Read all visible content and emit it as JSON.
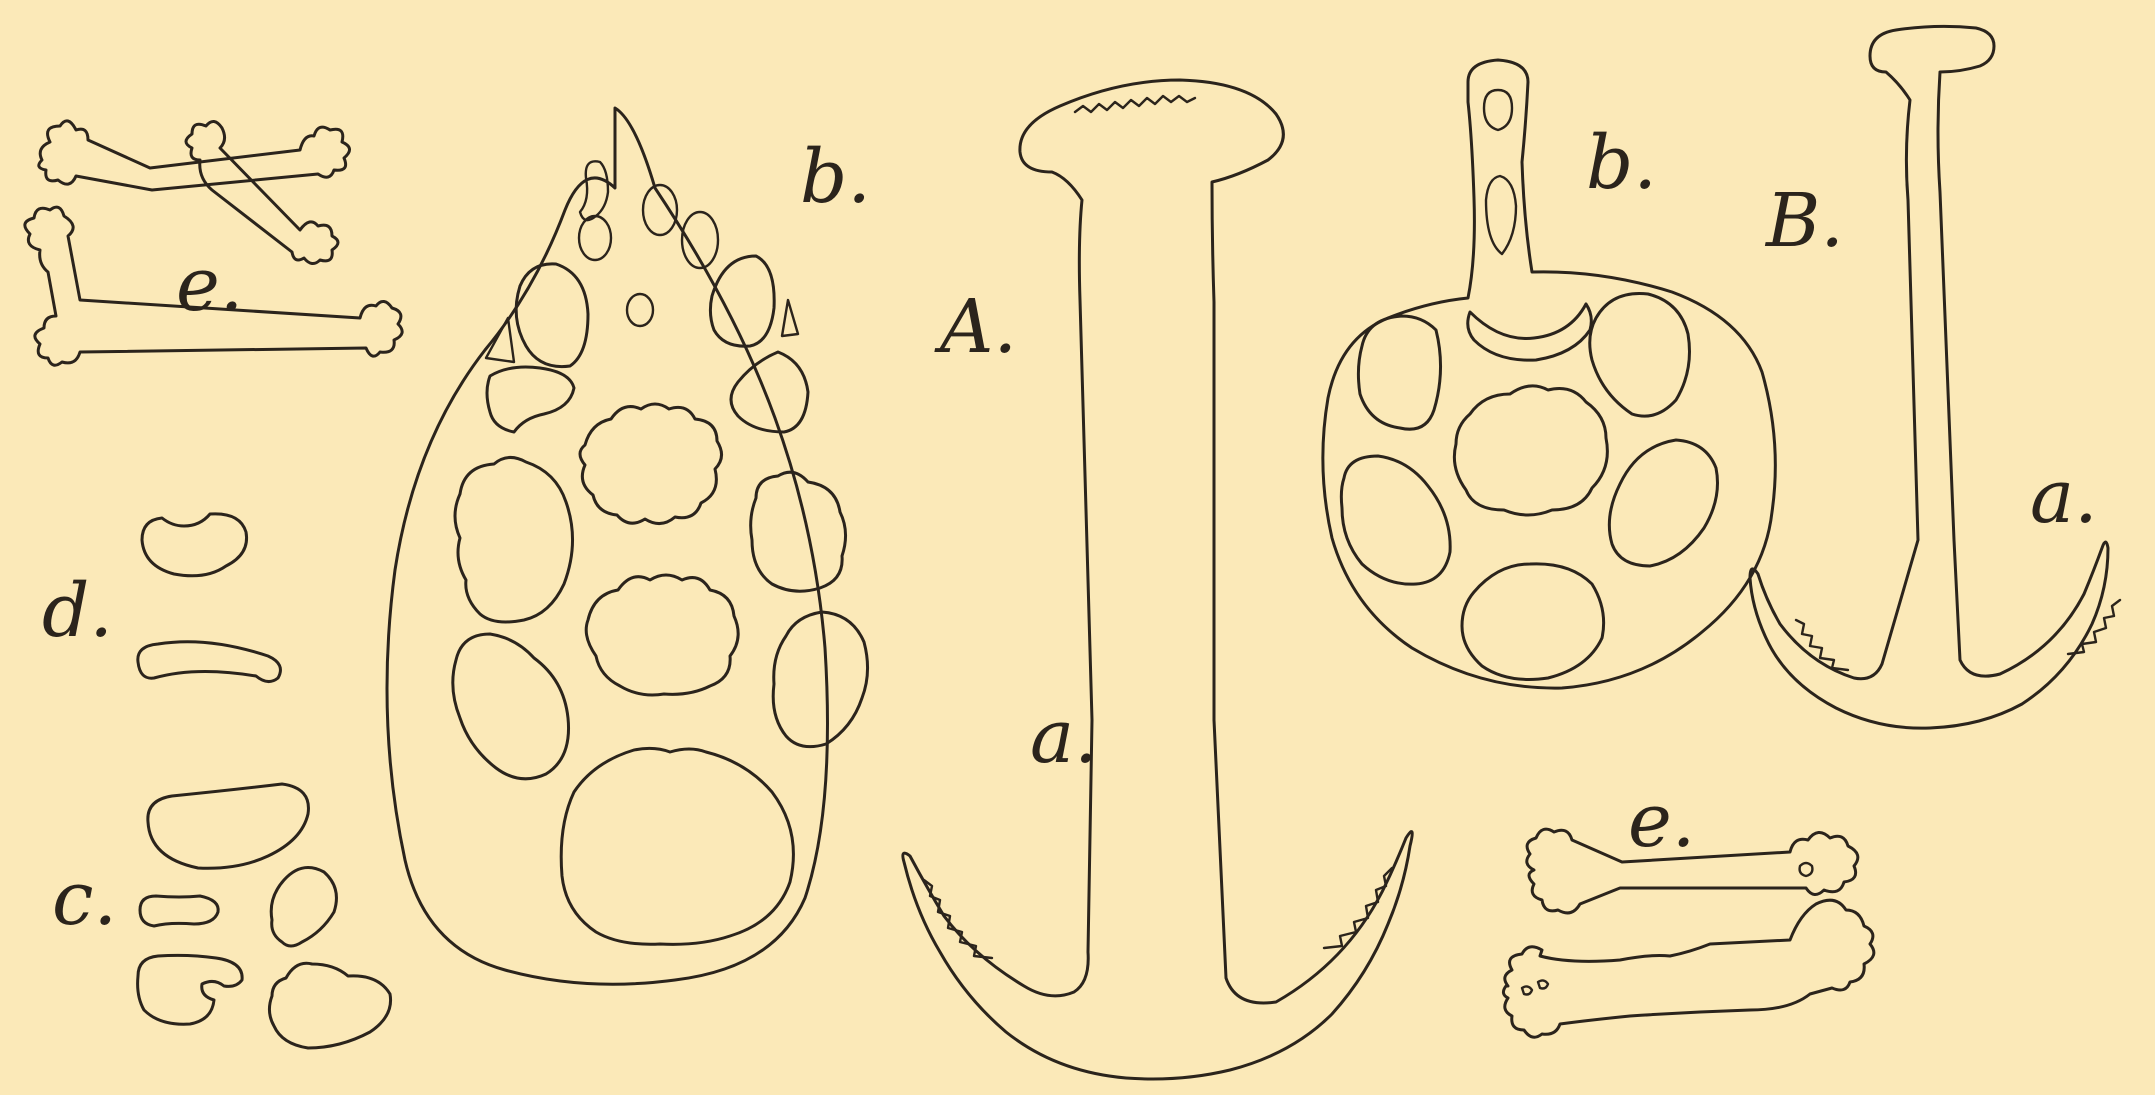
{
  "labels": {
    "A": "A.",
    "B": "B.",
    "a_left": "a.",
    "a_right": "a.",
    "b_left": "b.",
    "b_right": "b.",
    "c": "c.",
    "d": "d.",
    "e_left": "e.",
    "e_right": "e."
  },
  "colors": {
    "paper": "#fbe9b8",
    "ink": "#2b241c"
  }
}
